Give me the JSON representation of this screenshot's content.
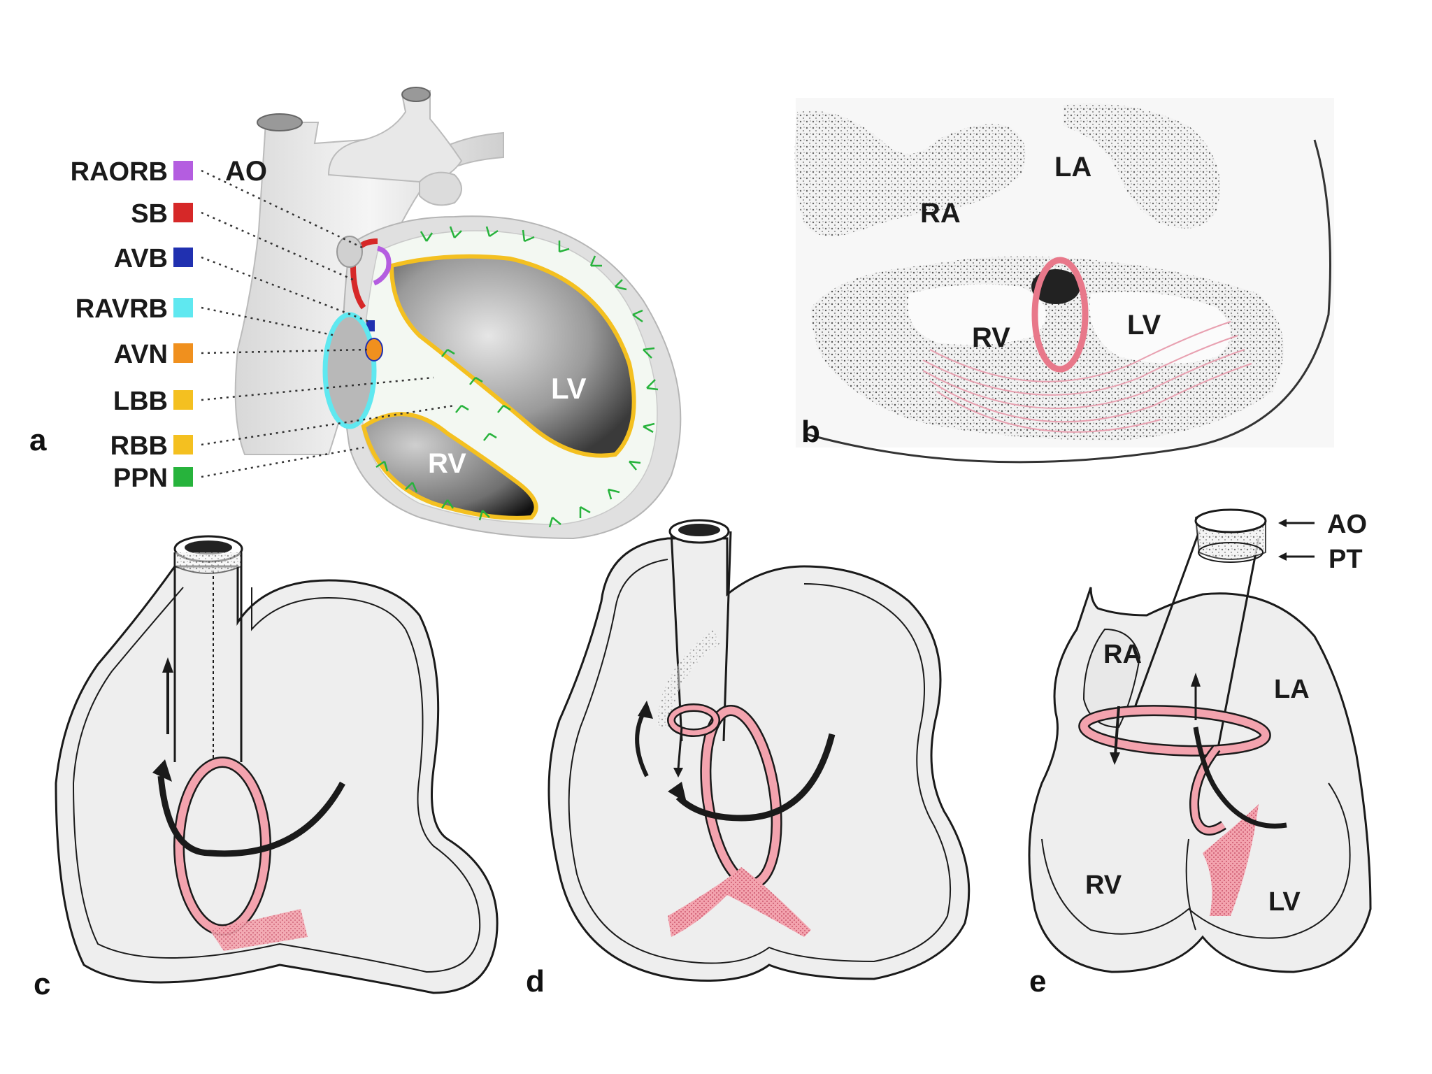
{
  "panels": {
    "a": {
      "letter": "a",
      "legend": [
        {
          "label": "RAORB",
          "color": "#b45de0"
        },
        {
          "label": "SB",
          "color": "#d62828"
        },
        {
          "label": "AVB",
          "color": "#2030b0"
        },
        {
          "label": "RAVRB",
          "color": "#5fe8f0"
        },
        {
          "label": "AVN",
          "color": "#f0901e"
        },
        {
          "label": "LBB",
          "color": "#f4c020"
        },
        {
          "label": "RBB",
          "color": "#f4c020"
        },
        {
          "label": "PPN",
          "color": "#27b33c"
        }
      ],
      "labels": {
        "ao": "AO",
        "lv": "LV",
        "rv": "RV"
      }
    },
    "b": {
      "letter": "b",
      "labels": {
        "la": "LA",
        "ra": "RA",
        "rv": "RV",
        "lv": "LV"
      }
    },
    "c": {
      "letter": "c"
    },
    "d": {
      "letter": "d"
    },
    "e": {
      "letter": "e",
      "labels": {
        "ao": "AO",
        "pt": "PT",
        "ra": "RA",
        "la": "LA",
        "rv": "RV",
        "lv": "LV"
      }
    }
  },
  "colors": {
    "pink_ring": "#e8788a",
    "ring_fill": "#f3a3ae",
    "heart_grey": "#e9e9e9",
    "outline": "#1a1a1a"
  }
}
